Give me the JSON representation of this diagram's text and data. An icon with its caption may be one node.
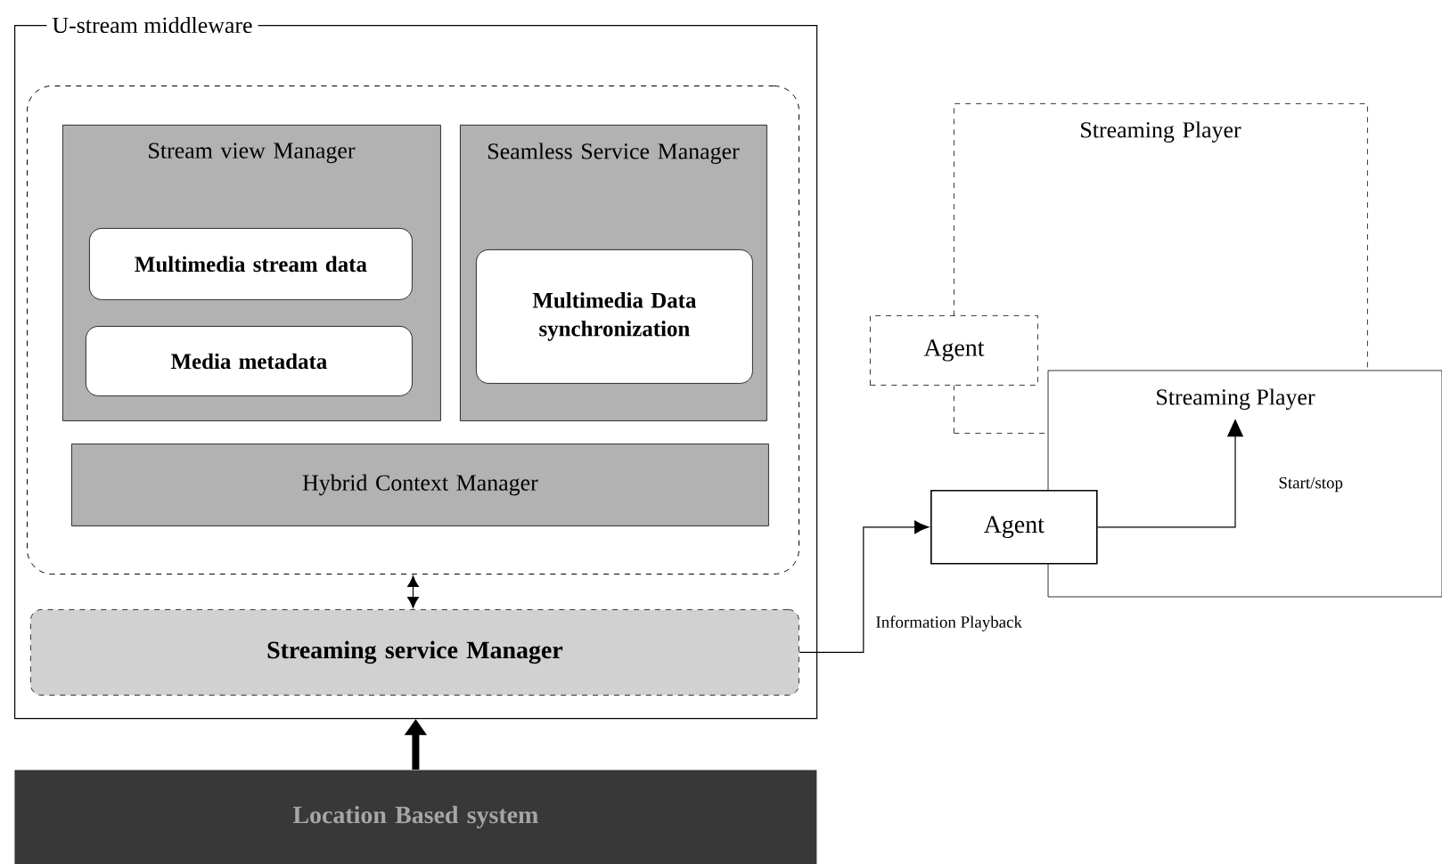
{
  "diagram": {
    "nodes": [
      {
        "text": [
          "U-stream middleware"
        ]
      },
      {
        "text": [],
        "shape": "box",
        "in": 0
      },
      {
        "text": [
          "Stream view Manager"
        ],
        "in": 1
      },
      {
        "text": [
          "Multimedia stream data"
        ],
        "in": 2
      },
      {
        "text": [
          "Media metadata"
        ],
        "in": 2
      },
      {
        "text": [
          "Seamless Service Manager"
        ],
        "in": 1
      },
      {
        "text": [
          "Multimedia Data synchronization"
        ],
        "in": 5
      },
      {
        "text": [
          "Hybrid Context Manager"
        ],
        "in": 1
      },
      {
        "text": [
          "Streaming service Manager"
        ],
        "in": 0
      },
      {
        "text": [
          "Location Based system"
        ]
      },
      {
        "text": [
          "Streaming Player"
        ]
      },
      {
        "text": [
          "Agent"
        ]
      },
      {
        "text": [
          "Streaming Player"
        ]
      },
      {
        "text": [
          "Agent"
        ]
      }
    ],
    "edges": [
      {
        "from": 1,
        "to": 8,
        "arrow": "both"
      },
      {
        "from": 9,
        "to": 0,
        "arrow": "to",
        "style": "thick"
      },
      {
        "from": 8,
        "to": 13,
        "arrow": "to",
        "label": "Information Playback"
      },
      {
        "from": 13,
        "to": 12,
        "arrow": "to",
        "label": "Start/stop"
      }
    ]
  }
}
